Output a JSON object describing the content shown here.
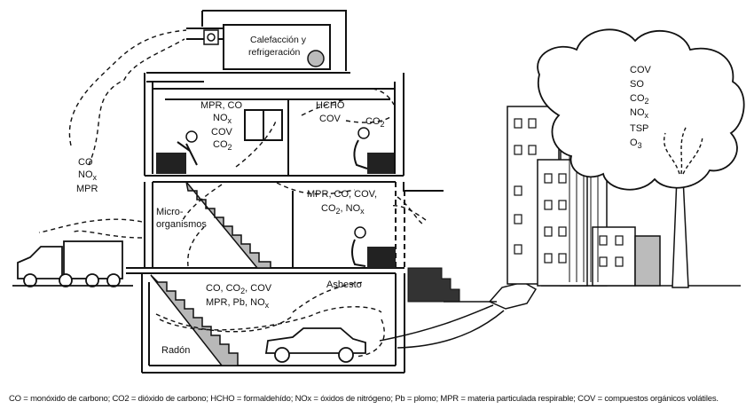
{
  "hvac": {
    "line1": "Calefacción y",
    "line2": "refrigeración"
  },
  "emissions_left": {
    "l1": "CO",
    "l2a": "NO",
    "l2b": "x",
    "l3": "MPR"
  },
  "room_upper_left": {
    "l1": "MPR, CO",
    "l2a": "NO",
    "l2b": "x",
    "l3": "COV",
    "l4a": "CO",
    "l4b": "2"
  },
  "room_upper_mid": {
    "l1": "HCHO",
    "l2": "COV"
  },
  "room_upper_right": {
    "l1a": "CO",
    "l1b": "2"
  },
  "microorganisms": {
    "l1": "Micro-",
    "l2": "organismos"
  },
  "room_middle": {
    "l1": "MPR, CO, COV,",
    "l2a": "CO",
    "l2b": "2",
    "l2c": ", NO",
    "l2d": "x"
  },
  "basement": {
    "l1a": "CO, CO",
    "l1b": "2",
    "l1c": ", COV",
    "l2a": "MPR, Pb, NO",
    "l2b": "x",
    "asbestos": "Asbesto",
    "radon": "Radón"
  },
  "cloud": {
    "l1": "COV",
    "l2": "SO",
    "l3a": "CO",
    "l3b": "2",
    "l4a": "NO",
    "l4b": "x",
    "l5": "TSP",
    "l6a": "O",
    "l6b": "3"
  },
  "caption": "CO = monóxido de carbono; CO2 = dióxido de carbono; HCHO = formaldehído; NOx = óxidos de nitrógeno; Pb = plomo; MPR = materia particulada respirable; COV = compuestos orgánicos volátiles."
}
